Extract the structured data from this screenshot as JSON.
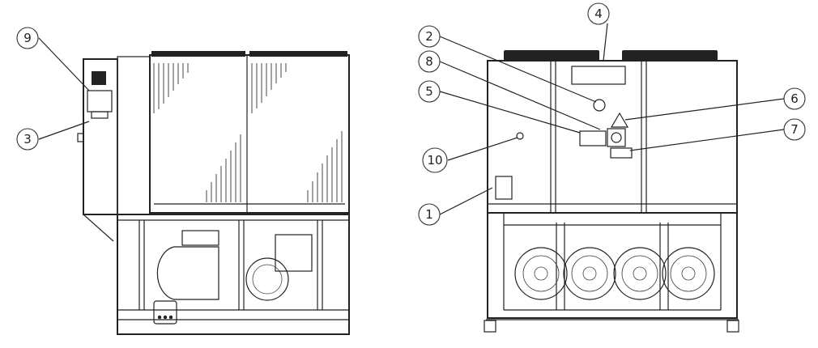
{
  "callouts": [
    {
      "id": "c9",
      "label": "9"
    },
    {
      "id": "c3",
      "label": "3"
    },
    {
      "id": "c2",
      "label": "2"
    },
    {
      "id": "c4",
      "label": "4"
    },
    {
      "id": "c8",
      "label": "8"
    },
    {
      "id": "c5",
      "label": "5"
    },
    {
      "id": "c6",
      "label": "6"
    },
    {
      "id": "c7",
      "label": "7"
    },
    {
      "id": "c10",
      "label": "10"
    },
    {
      "id": "c1",
      "label": "1"
    }
  ]
}
